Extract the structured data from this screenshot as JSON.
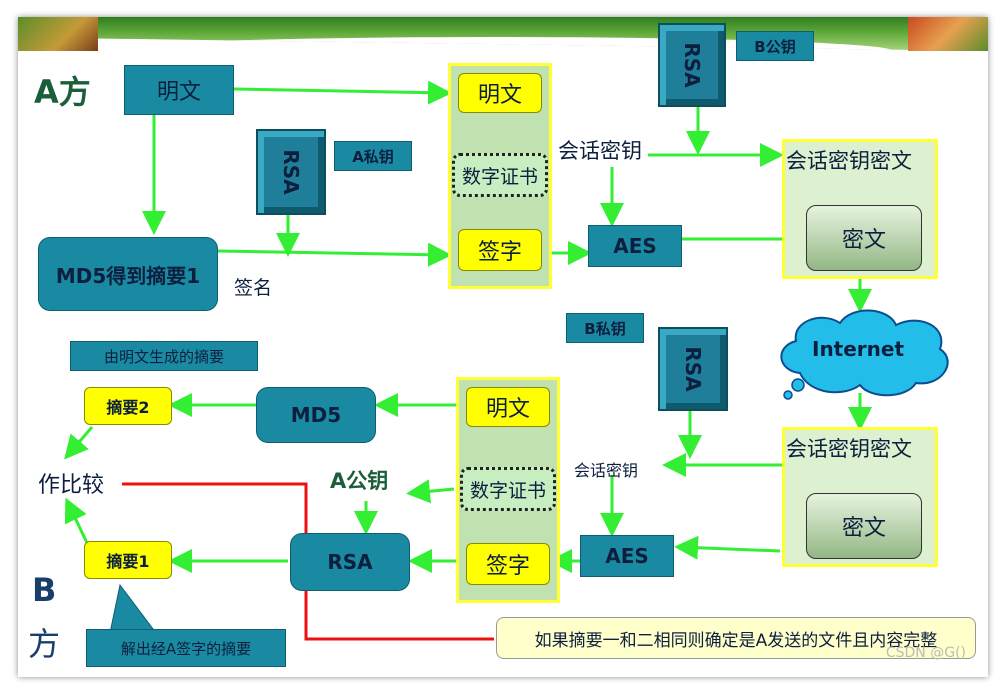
{
  "party_a": "A方",
  "party_b_1": "B",
  "party_b_2": "方",
  "a_plaintext": "明文",
  "a_md5": "MD5得到摘要1",
  "a_rsa": "RSA",
  "a_private_key": "A私钥",
  "signature_label": "签名",
  "a_col_plaintext": "明文",
  "a_col_cert": "数字证书",
  "a_col_sign": "签字",
  "session_key_a": "会话密钥",
  "b_rsa_top": "RSA",
  "b_public_key": "B公钥",
  "aes_top": "AES",
  "panel_top_title": "会话密钥密文",
  "panel_top_cipher": "密文",
  "internet": "Internet",
  "panel_bottom_title": "会话密钥密文",
  "panel_bottom_cipher": "密文",
  "b_private_key": "B私钥",
  "b_rsa_mid": "RSA",
  "session_key_b": "会话密钥",
  "aes_bottom": "AES",
  "b_col_plaintext": "明文",
  "b_col_cert": "数字证书",
  "b_col_sign": "签字",
  "b_md5": "MD5",
  "digest2": "摘要2",
  "digest2_note": "由明文生成的摘要",
  "compare": "作比较",
  "a_public_key": "A公钥",
  "b_rsa_verify": "RSA",
  "digest1": "摘要1",
  "digest1_note": "解出经A签字的摘要",
  "conclusion": "如果摘要一和二相同则确定是A发送的文件且内容完整",
  "watermark": "CSDN @G()",
  "colors": {
    "teal": "#1a8aa3",
    "yellow": "#ffff00",
    "arrow": "#33ee33",
    "red": "#ee1111"
  }
}
